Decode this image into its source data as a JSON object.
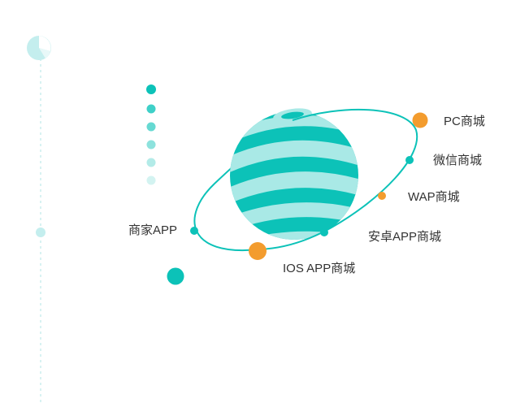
{
  "colors": {
    "teal": "#0cc2b8",
    "teal_light": "#a9e9e6",
    "orange": "#f39c2e",
    "guide": "#bfeaea",
    "text": "#333333"
  },
  "platforms": {
    "pc": {
      "label": "PC商城",
      "node": "orange"
    },
    "wechat": {
      "label": "微信商城",
      "node": "teal"
    },
    "wap": {
      "label": "WAP商城",
      "node": "orange"
    },
    "android": {
      "label": "安卓APP商城",
      "node": "teal"
    },
    "ios": {
      "label": "IOS APP商城",
      "node": "orange"
    },
    "merchant": {
      "label": "商家APP",
      "node": "teal"
    }
  },
  "decoration": {
    "top_icon": "pie-chart-icon"
  }
}
